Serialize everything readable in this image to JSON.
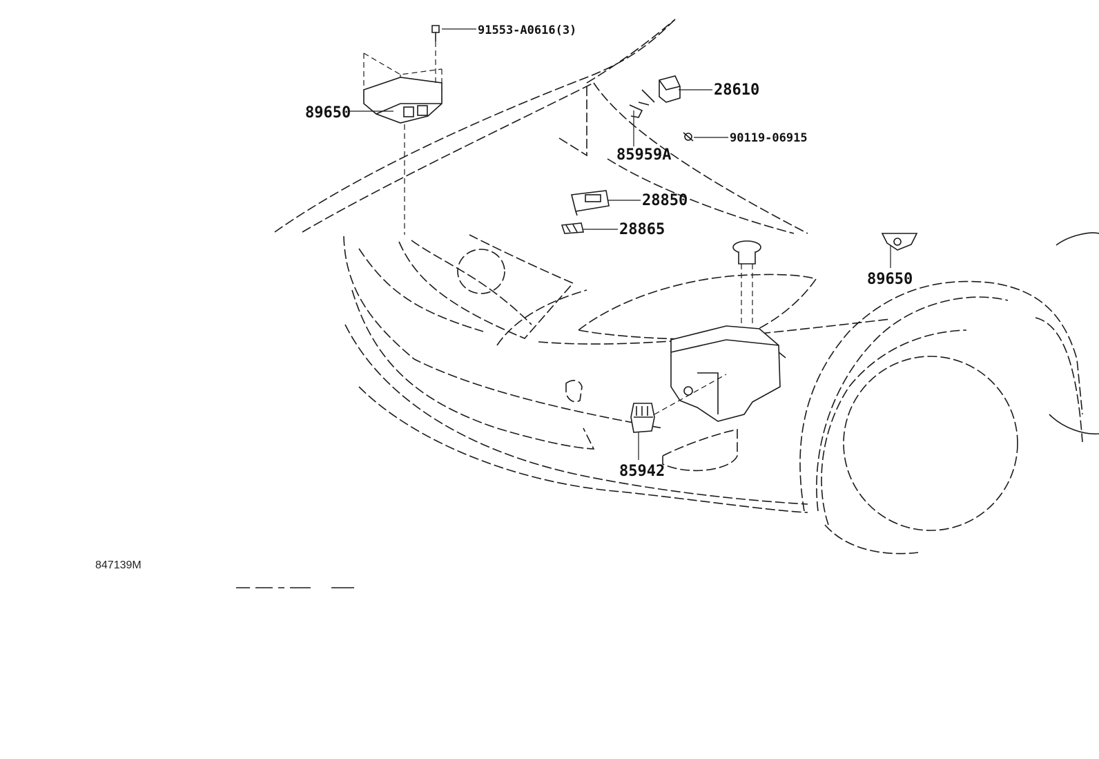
{
  "diagram": {
    "reference_code": "847139M",
    "parts": [
      {
        "number": "91553-A0616(3)"
      },
      {
        "number": "89650"
      },
      {
        "number": "28610"
      },
      {
        "number": "90119-06915"
      },
      {
        "number": "85959A"
      },
      {
        "number": "28850"
      },
      {
        "number": "28865"
      },
      {
        "number": "89650"
      },
      {
        "number": "85942"
      }
    ]
  }
}
